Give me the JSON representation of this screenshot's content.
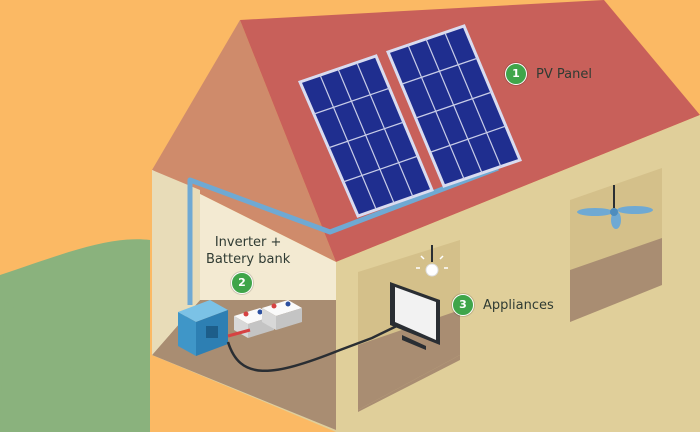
{
  "colors": {
    "background": "#fbb964",
    "ground": "#8ab27d",
    "roof": "#c8605a",
    "roof_side": "#cf8b6b",
    "wall": "#e0cf9a",
    "interior_wall": "#f3ead2",
    "floor": "#a98d72",
    "panel": "#1f2e8f",
    "pipe": "#6fa9d3",
    "badge": "#3fa54a"
  },
  "labels": {
    "pv_panel": {
      "number": "1",
      "text": "PV Panel"
    },
    "inverter": {
      "number": "2",
      "line1": "Inverter +",
      "line2": "Battery bank"
    },
    "appliances": {
      "number": "3",
      "text": "Appliances"
    }
  },
  "icons": [
    "solar-panel-icon",
    "inverter-icon",
    "battery-icon",
    "tv-icon",
    "light-bulb-icon",
    "ceiling-fan-icon"
  ]
}
